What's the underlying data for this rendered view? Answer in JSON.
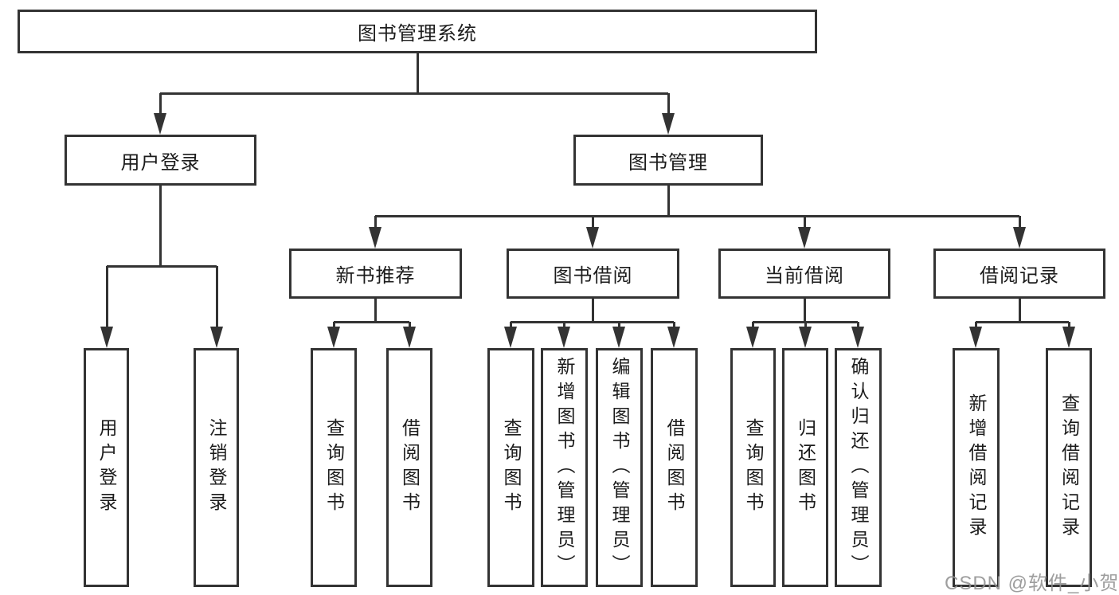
{
  "diagram": {
    "root": "图书管理系统",
    "branches": [
      {
        "label": "用户登录",
        "children": [
          "用户登录",
          "注销登录"
        ]
      },
      {
        "label": "图书管理",
        "children": [
          {
            "label": "新书推荐",
            "children": [
              "查询图书",
              "借阅图书"
            ]
          },
          {
            "label": "图书借阅",
            "children": [
              "查询图书",
              "新增图书（管理员）",
              "编辑图书（管理员）",
              "借阅图书"
            ]
          },
          {
            "label": "当前借阅",
            "children": [
              "查询图书",
              "归还图书",
              "确认归还（管理员）"
            ]
          },
          {
            "label": "借阅记录",
            "children": [
              "新增借阅记录",
              "查询借阅记录"
            ]
          }
        ]
      }
    ]
  },
  "watermark": {
    "text": "CSDN @软件_小贺同学",
    "color": "#919191"
  },
  "colors": {
    "line": "#333333",
    "text": "#1c1c1c",
    "node_background": "#ffffff",
    "canvas_background": "#ffffff"
  }
}
